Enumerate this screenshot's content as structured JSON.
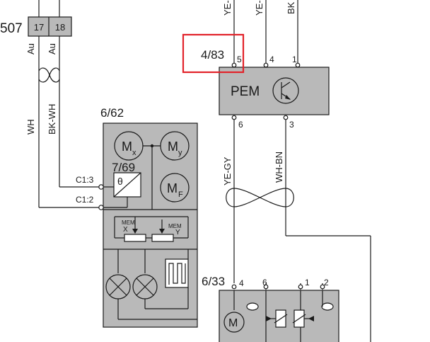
{
  "connector": {
    "id": "507",
    "pins": [
      "17",
      "18"
    ],
    "wire_left_top": "Au",
    "wire_right_top": "Au",
    "wire_left": "WH",
    "wire_right": "BK-WH"
  },
  "module_6_62": {
    "id": "6/62",
    "sub_id": "7/69",
    "motor_x": "M",
    "motor_x_sub": "x",
    "motor_y": "M",
    "motor_y_sub": "y",
    "motor_f": "M",
    "motor_f_sub": "F",
    "sensor_symbol": "θ",
    "pin_c1_3": "C1:3",
    "pin_c1_2": "C1:2",
    "mem_x_top": "MEM",
    "mem_x_bottom": "X",
    "mem_y_top": "MEM",
    "mem_y_bottom": "Y"
  },
  "pem": {
    "id": "4/83",
    "label": "PEM",
    "top_wires": [
      "YE-",
      "YE-",
      "BK"
    ],
    "top_pins": [
      "5",
      "4",
      "1"
    ],
    "bottom_pins": [
      "6",
      "3"
    ],
    "wire_left": "YE-GY",
    "wire_right": "WH-BN"
  },
  "module_6_33": {
    "id": "6/33",
    "pins": [
      "4",
      "6",
      "1",
      "2"
    ],
    "motor": "M"
  },
  "colors": {
    "module_fill": "#b9b9b9",
    "line": "#1a1a1a",
    "highlight": "#e2232a",
    "background": "#ffffff"
  }
}
